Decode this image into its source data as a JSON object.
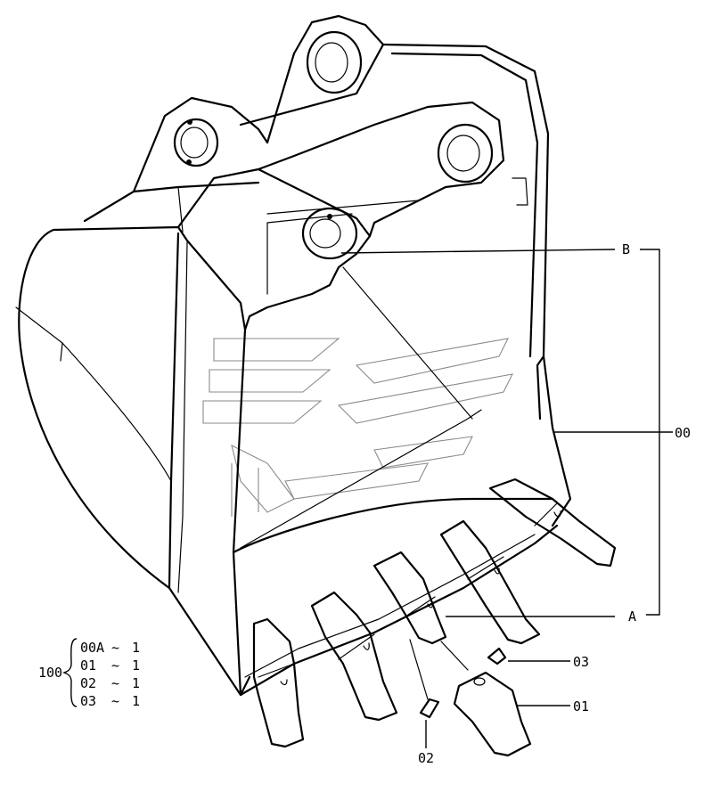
{
  "callouts": {
    "b": "B",
    "a": "A",
    "p00": "00",
    "p01": "01",
    "p02": "02",
    "p03": "03"
  },
  "assembly": {
    "number": "100",
    "rows": [
      {
        "part": "00A",
        "sep": "~",
        "qty": "1"
      },
      {
        "part": "01",
        "sep": "~",
        "qty": "1"
      },
      {
        "part": "02",
        "sep": "~",
        "qty": "1"
      },
      {
        "part": "03",
        "sep": "~",
        "qty": "1"
      }
    ]
  }
}
